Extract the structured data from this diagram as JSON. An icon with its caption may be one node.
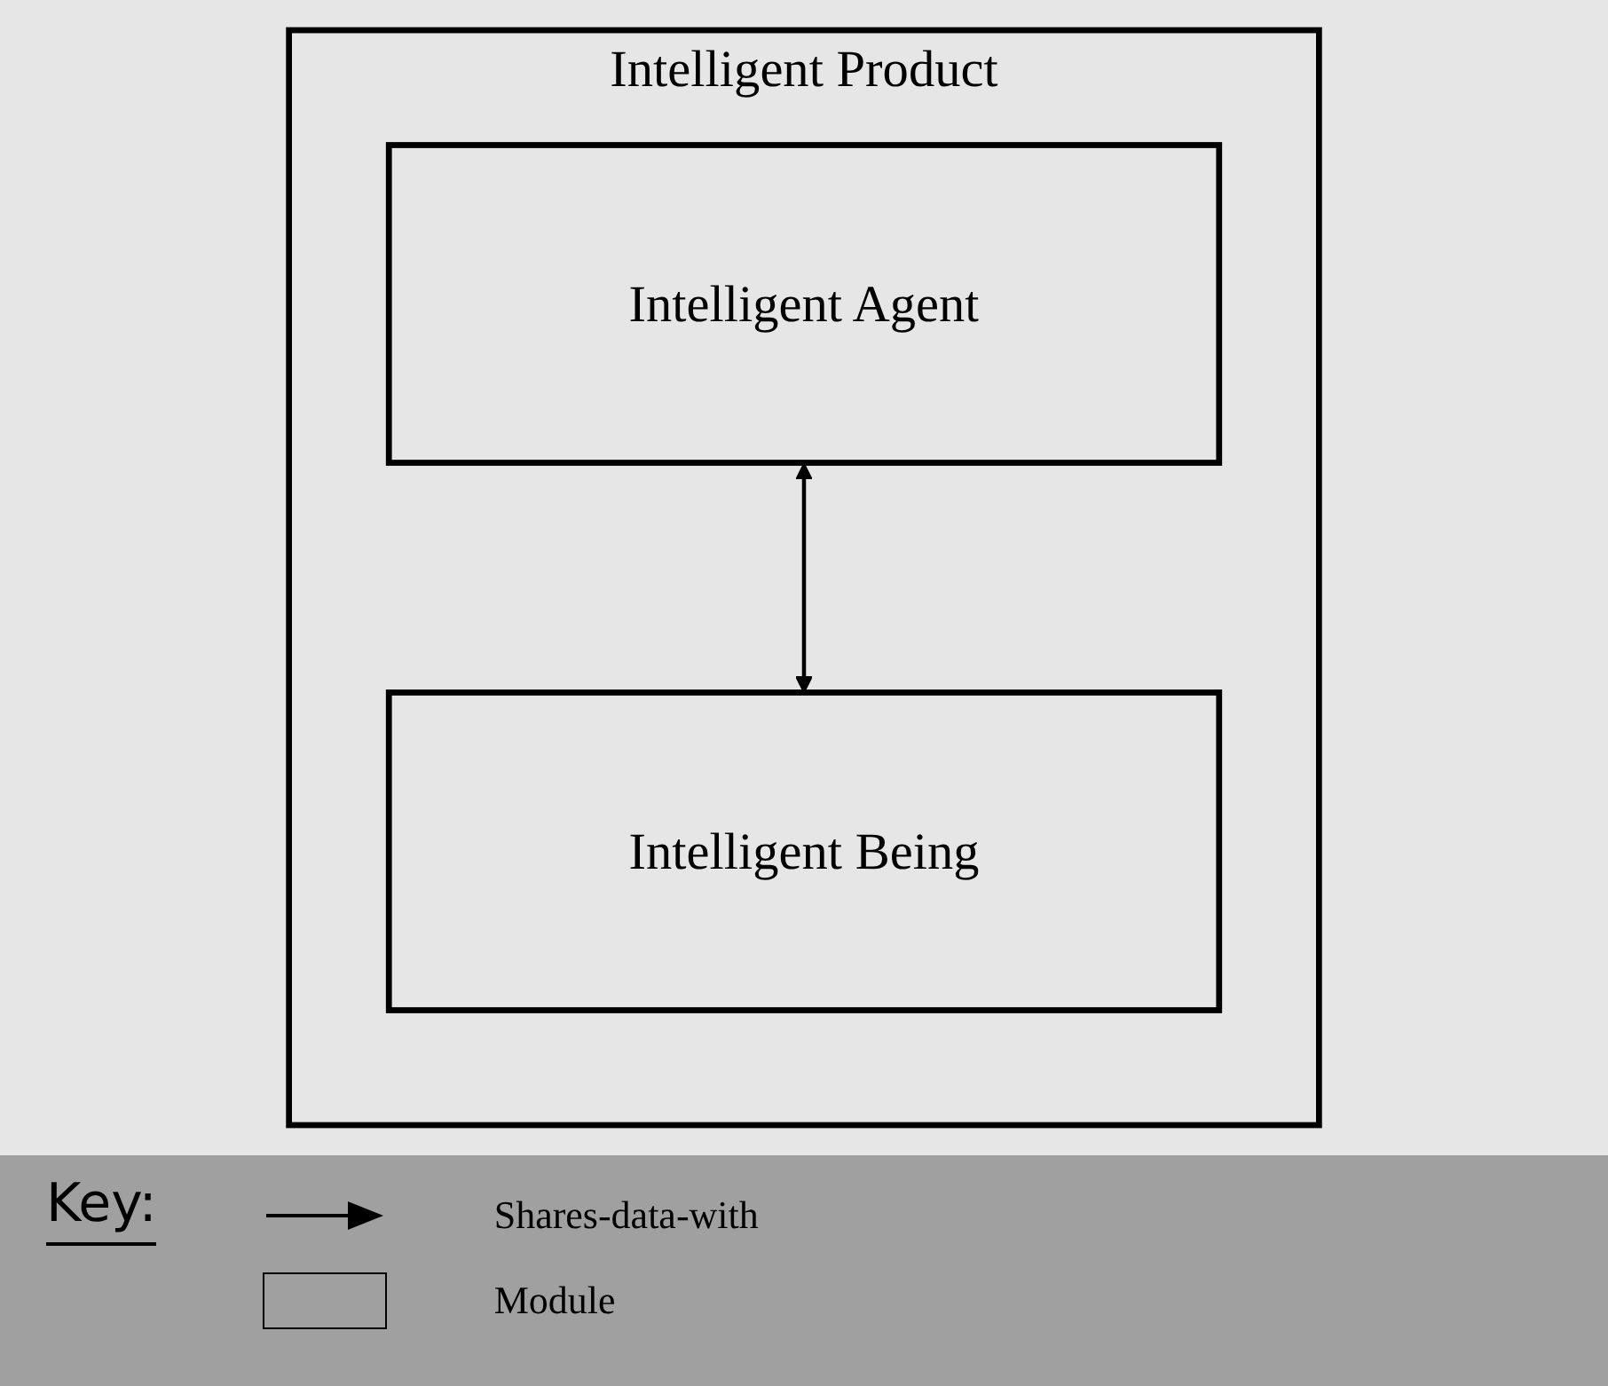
{
  "diagram": {
    "nodes": [
      {
        "text": [
          "Intelligent Product"
        ]
      },
      {
        "text": [
          "Intelligent Agent"
        ],
        "in": 0
      },
      {
        "text": [
          "Intelligent Being"
        ],
        "in": 0
      }
    ],
    "edges": [
      {
        "from": 1,
        "to": 2,
        "arrow": "both"
      }
    ],
    "labels": [
      "Key:"
    ],
    "legend": [
      {
        "text": "Shares-data-with"
      },
      {
        "text": "Module"
      }
    ]
  }
}
